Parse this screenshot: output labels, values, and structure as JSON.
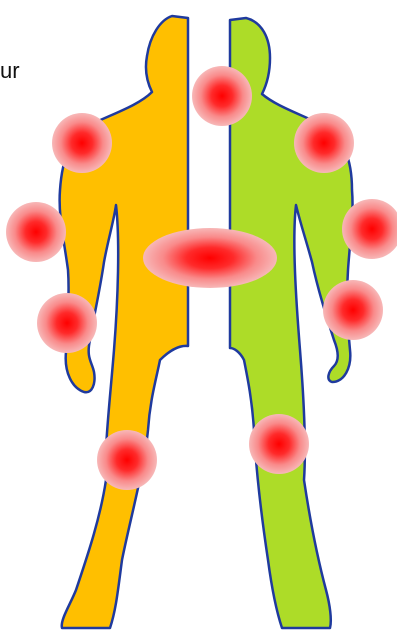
{
  "caption": "ur",
  "figure": {
    "left_half_color": "#FFBF00",
    "right_half_color": "#ADDC28",
    "outline_color": "#1F3A9E",
    "hotspot_core_color": "#FF0000",
    "hotspot_halo_color": "#F7A6A6"
  },
  "hotspots": [
    {
      "name": "neck-hotspot"
    },
    {
      "name": "left-shoulder-hotspot"
    },
    {
      "name": "right-shoulder-hotspot"
    },
    {
      "name": "left-elbow-hotspot"
    },
    {
      "name": "right-elbow-hotspot"
    },
    {
      "name": "lower-back-hotspot"
    },
    {
      "name": "left-wrist-hotspot"
    },
    {
      "name": "right-wrist-hotspot"
    },
    {
      "name": "left-knee-hotspot"
    },
    {
      "name": "right-knee-hotspot"
    }
  ]
}
